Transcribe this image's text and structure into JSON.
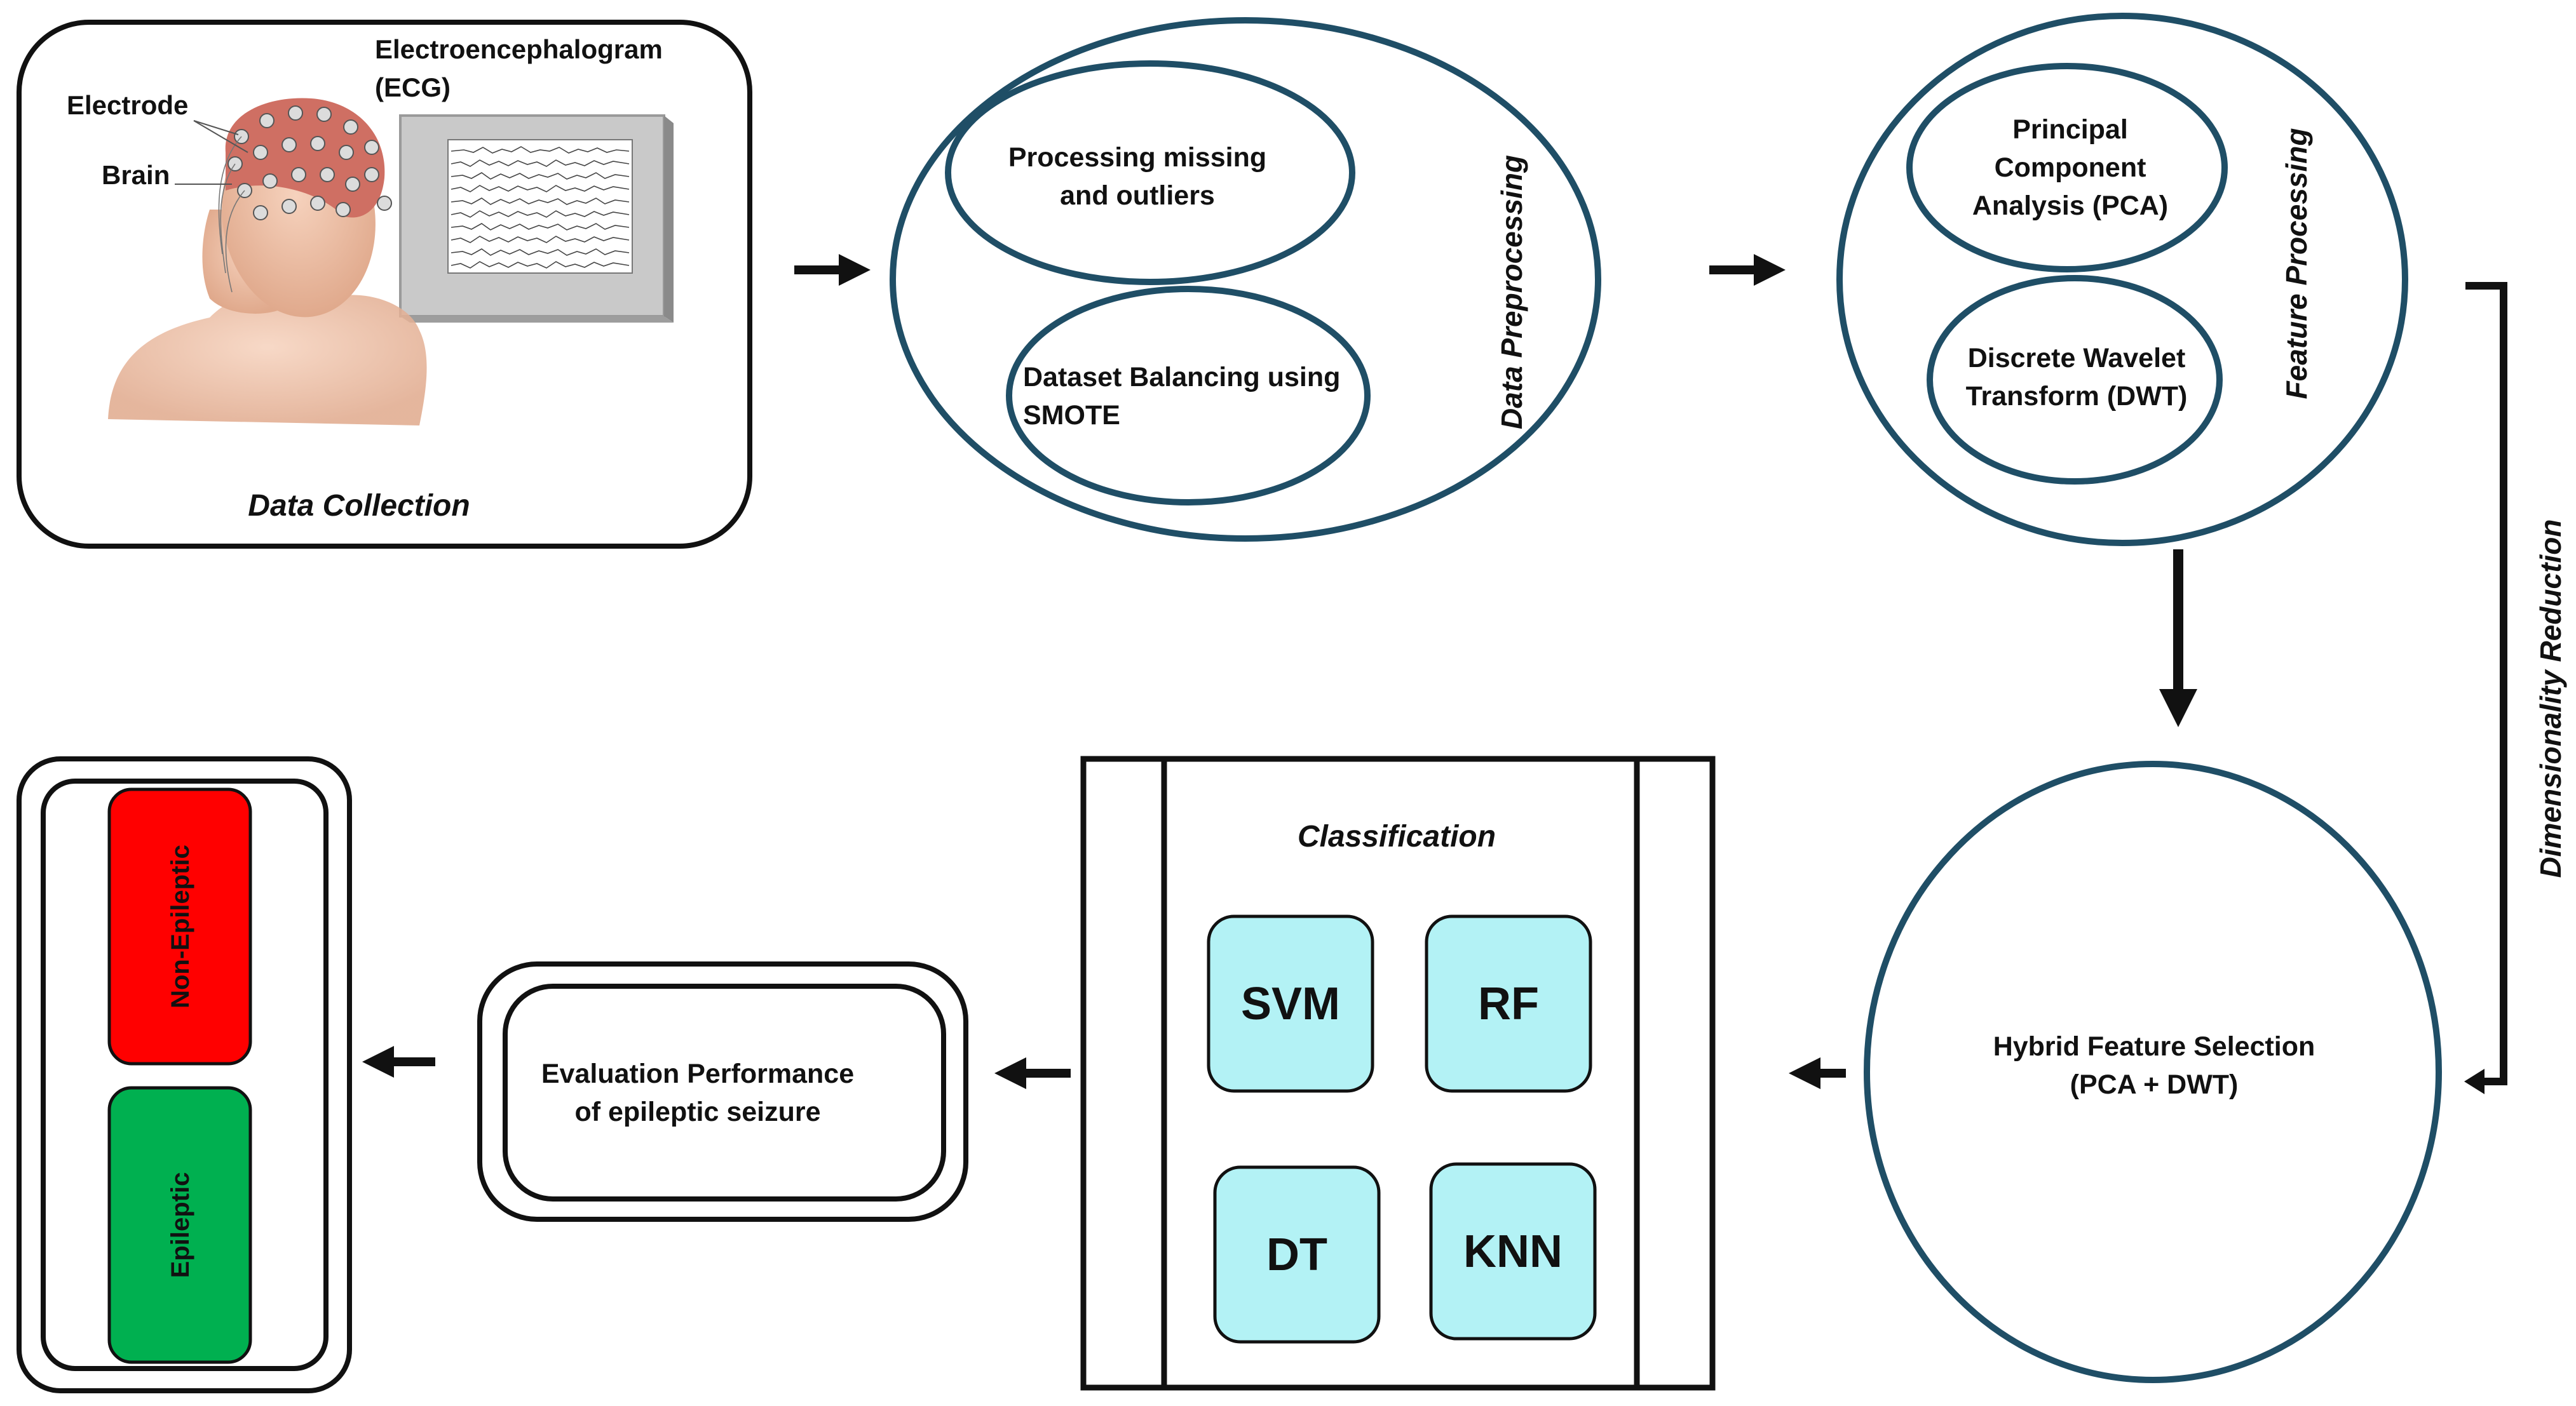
{
  "data_collection": {
    "electrode_label": "Electrode",
    "brain_label": "Brain",
    "ecg_label_line1": "Electroencephalogram",
    "ecg_label_line2": "(ECG)",
    "caption": "Data Collection"
  },
  "data_preprocessing": {
    "title": "Data Preprocessing",
    "missing_line1": "Processing missing",
    "missing_line2": "and outliers",
    "balancing_line1": "Dataset Balancing using",
    "balancing_line2": "SMOTE"
  },
  "feature_processing": {
    "title": "Feature Processing",
    "pca_line1": "Principal",
    "pca_line2": "Component",
    "pca_line3": "Analysis (PCA)",
    "dwt_line1": "Discrete Wavelet",
    "dwt_line2": "Transform (DWT)"
  },
  "dimensionality_reduction": "Dimensionality Reduction",
  "hybrid": {
    "line1": "Hybrid Feature Selection",
    "line2": "(PCA + DWT)"
  },
  "classification": {
    "title": "Classification",
    "models": [
      "SVM",
      "RF",
      "DT",
      "KNN"
    ]
  },
  "evaluation": {
    "line1": "Evaluation Performance",
    "line2": "of epileptic seizure"
  },
  "output": {
    "non_epileptic": "Non-Epileptic",
    "epileptic": "Epileptic"
  },
  "colors": {
    "ellipse_stroke": "#1f4e66",
    "model_fill": "#b3f2f5",
    "non_epileptic_fill": "#ff0000",
    "epileptic_fill": "#00b050"
  }
}
